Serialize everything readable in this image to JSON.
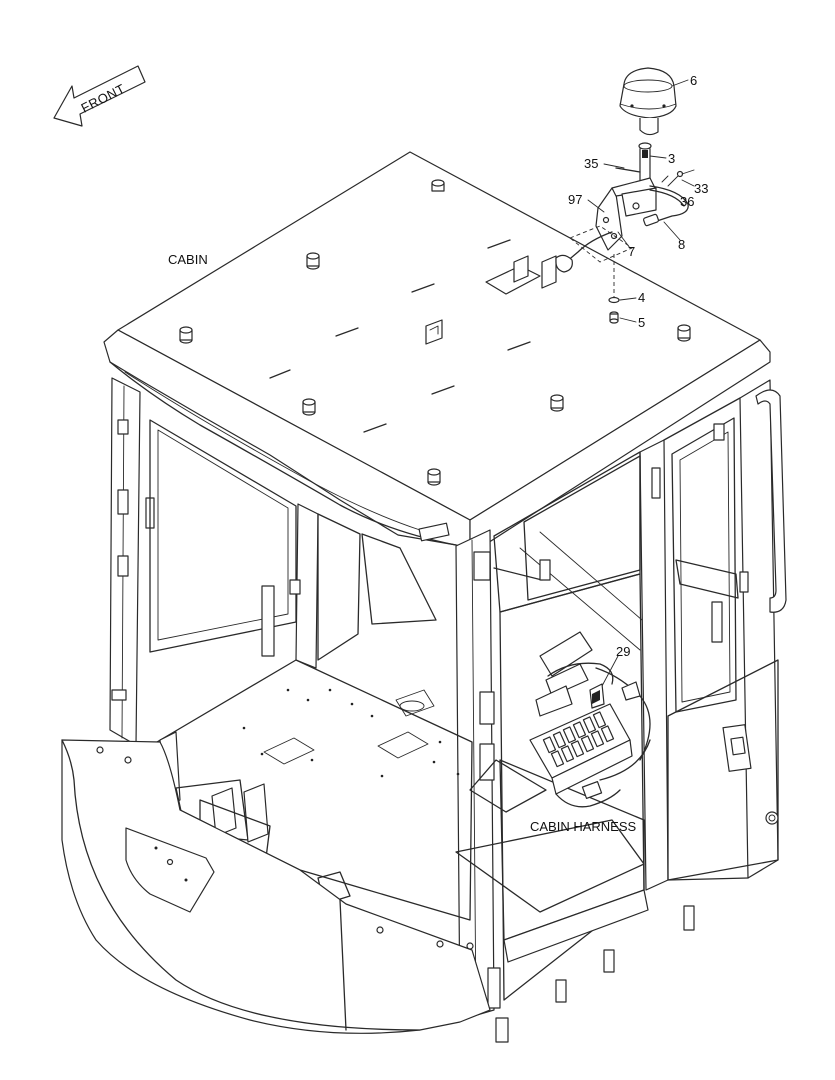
{
  "direction": {
    "label": "FRONT"
  },
  "assemblies": {
    "cabin": "CABIN",
    "cabin_harness": "CABIN HARNESS"
  },
  "callouts": {
    "p6": "6",
    "p3": "3",
    "p35": "35",
    "p33": "33",
    "p36": "36",
    "p97": "97",
    "p7": "7",
    "p8": "8",
    "p4": "4",
    "p5": "5",
    "p29": "29"
  }
}
